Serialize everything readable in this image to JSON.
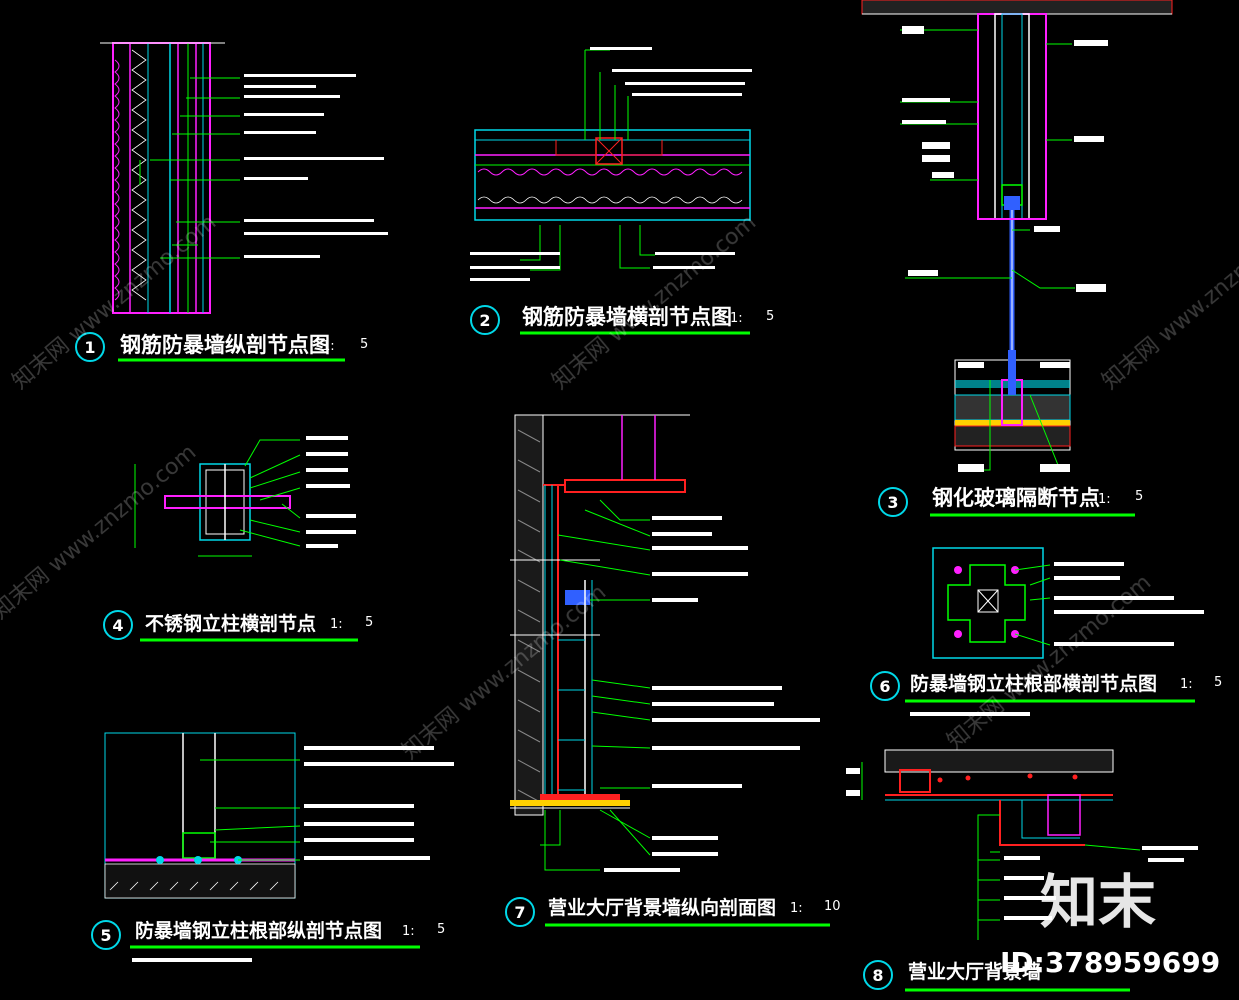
{
  "palette": {
    "background": "#000000",
    "green": "#00ff00",
    "cyan": "#00d8e8",
    "magenta": "#ff20ff",
    "red": "#ff2020",
    "white": "#ffffff",
    "yellow": "#ffd000",
    "blue": "#3060ff"
  },
  "details": [
    {
      "number": "1",
      "title": "钢筋防暴墙纵剖节点图",
      "scale": "1:",
      "scale_value": "5"
    },
    {
      "number": "2",
      "title": "钢筋防暴墙横剖节点图",
      "scale": "1:",
      "scale_value": "5"
    },
    {
      "number": "3",
      "title": "钢化玻璃隔断节点",
      "scale": "1:",
      "scale_value": "5"
    },
    {
      "number": "4",
      "title": "不锈钢立柱横剖节点",
      "scale": "1:",
      "scale_value": "5"
    },
    {
      "number": "5",
      "title": "防暴墙钢立柱根部纵剖节点图",
      "scale": "1:",
      "scale_value": "5"
    },
    {
      "number": "6",
      "title": "防暴墙钢立柱根部横剖节点图",
      "scale": "1:",
      "scale_value": "5"
    },
    {
      "number": "7",
      "title": "营业大厅背景墙纵向剖面图",
      "scale": "1:",
      "scale_value": "10"
    },
    {
      "number": "8",
      "title": "营业大厅背景墙",
      "scale": "",
      "scale_value": ""
    }
  ],
  "watermark": {
    "logo": "知末",
    "id": "ID:378959699",
    "text": "知末网 www.znzmo.com"
  }
}
